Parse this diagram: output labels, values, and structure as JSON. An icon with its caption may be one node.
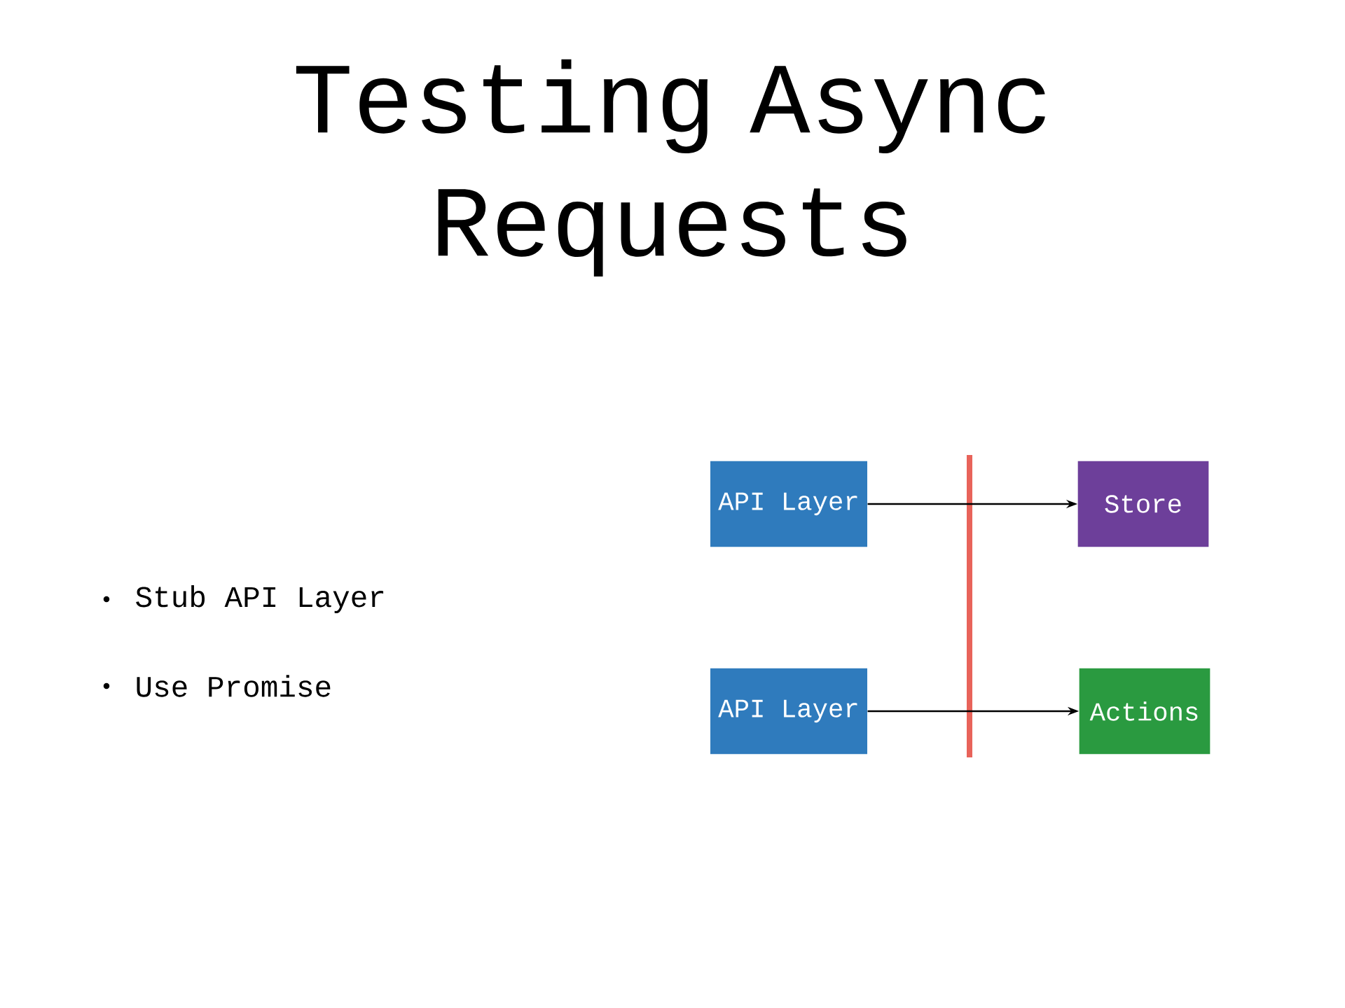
{
  "diagram": {
    "title": "Testing Async Requests",
    "nodes": [
      {
        "text": [
          "API Layer"
        ]
      },
      {
        "text": [
          "Store"
        ]
      },
      {
        "text": [
          "API Layer"
        ]
      },
      {
        "text": [
          "Actions"
        ]
      }
    ],
    "edges": [
      {
        "from": 0,
        "to": 1,
        "arrow": "to"
      },
      {
        "from": 2,
        "to": 3,
        "arrow": "to"
      }
    ],
    "labels": [
      "Stub API Layer",
      "Use Promise"
    ]
  }
}
